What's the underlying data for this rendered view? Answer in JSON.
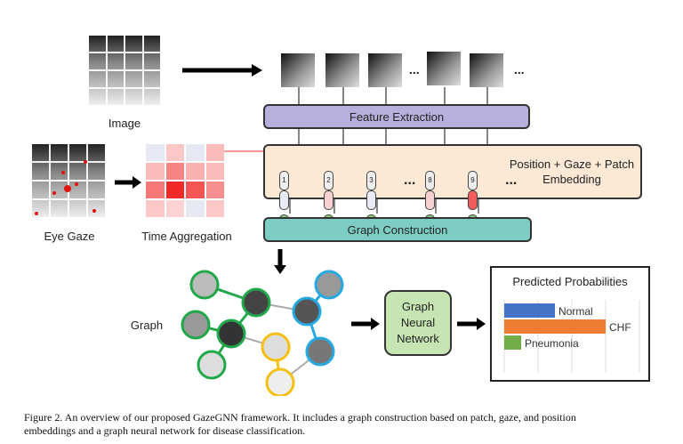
{
  "labels": {
    "image": "Image",
    "eye_gaze": "Eye Gaze",
    "time_aggregation": "Time Aggregation",
    "graph": "Graph"
  },
  "boxes": {
    "feature_extraction": "Feature Extraction",
    "embedding": "Position + Gaze + Patch Embedding",
    "graph_construction": "Graph Construction",
    "gnn": "Graph Neural Network"
  },
  "ellipsis": "...",
  "embedding_indices": [
    "1",
    "2",
    "3",
    "8",
    "9"
  ],
  "heatmap": [
    [
      0.1,
      0.25,
      0.1,
      0.3
    ],
    [
      0.3,
      0.55,
      0.35,
      0.3
    ],
    [
      0.6,
      0.95,
      0.75,
      0.5
    ],
    [
      0.25,
      0.2,
      0.1,
      0.25
    ]
  ],
  "colors": {
    "feature_extraction": "#b8b0dc",
    "embedding_bg": "#fbe9d6",
    "graph_construction": "#7ecdc4",
    "gnn": "#c6e5b3",
    "gaze_red": "#f25c5c",
    "cluster_green": "#22a84a",
    "cluster_blue": "#26a9e0",
    "cluster_yellow": "#f5c014"
  },
  "chart_data": {
    "type": "bar",
    "title": "Predicted Probabilities",
    "orientation": "horizontal",
    "categories": [
      "Normal",
      "CHF",
      "Pneumonia"
    ],
    "values": [
      0.3,
      0.6,
      0.1
    ],
    "colors": [
      "#4472c4",
      "#ed7d31",
      "#70ad47"
    ],
    "xlim": [
      0,
      0.8
    ],
    "grid": true
  },
  "caption": {
    "line1": "Figure 2.  An overview of our proposed GazeGNN framework.  It includes a graph construction based on patch, gaze, and position",
    "line2": "embeddings and a graph neural network for disease classification."
  }
}
